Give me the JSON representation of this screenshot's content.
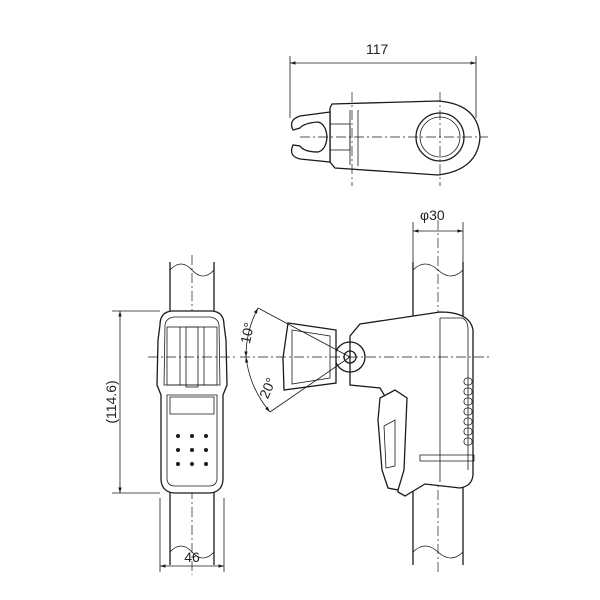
{
  "dimensions": {
    "top_width": "117",
    "pipe_diameter": "φ30",
    "height": "(114.6)",
    "front_width": "46",
    "angle_upper": "10°",
    "angle_lower": "20°"
  }
}
